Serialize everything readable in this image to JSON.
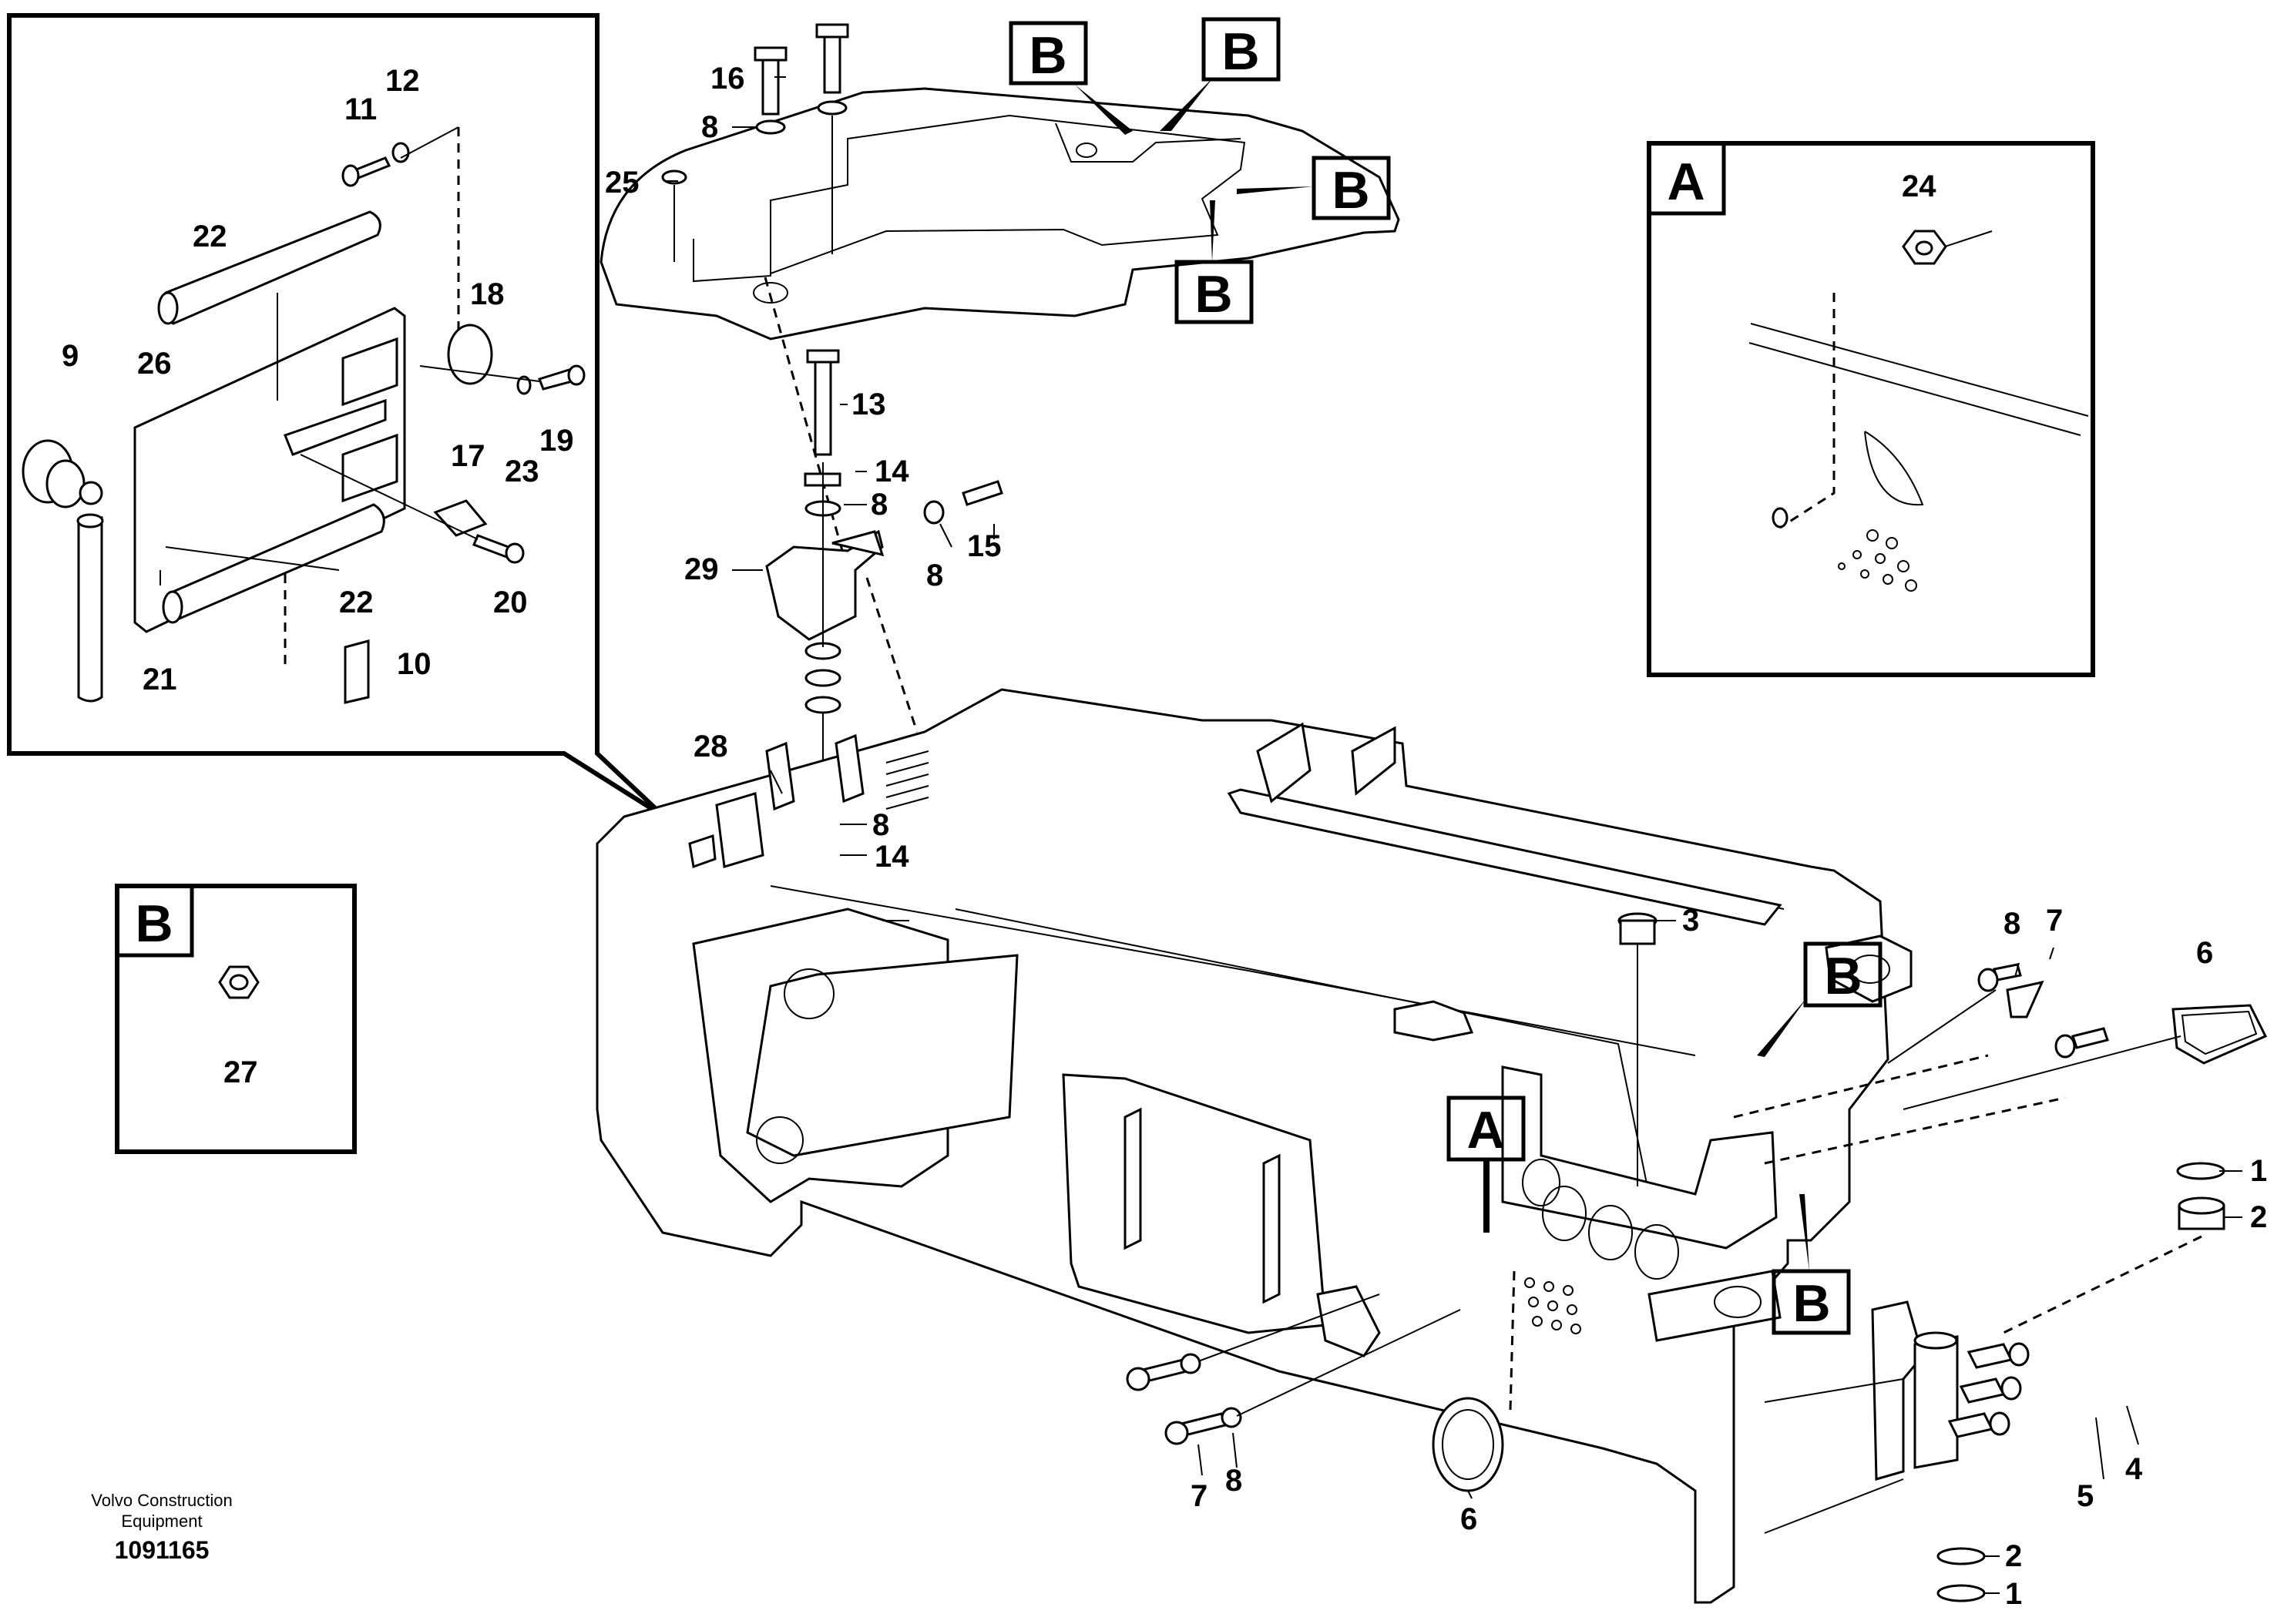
{
  "diagram": {
    "callouts": {
      "c1a": "1",
      "c1b": "1",
      "c2a": "2",
      "c2b": "2",
      "c3": "3",
      "c4": "4",
      "c5": "5",
      "c6a": "6",
      "c6b": "6",
      "c7a": "7",
      "c7b": "7",
      "c8a": "8",
      "c8b": "8",
      "c8c": "8",
      "c8d": "8",
      "c8e": "8",
      "c8f": "8",
      "c9": "9",
      "c10": "10",
      "c11": "11",
      "c12": "12",
      "c13": "13",
      "c14a": "14",
      "c14b": "14",
      "c15": "15",
      "c16": "16",
      "c17": "17",
      "c18": "18",
      "c19": "19",
      "c20": "20",
      "c21": "21",
      "c22a": "22",
      "c22b": "22",
      "c23": "23",
      "c24": "24",
      "c25": "25",
      "c26": "26",
      "c27": "27",
      "c28": "28",
      "c29": "29"
    },
    "tags": {
      "b1": "B",
      "b2": "B",
      "b3": "B",
      "b4": "B",
      "b5": "B",
      "b6": "B",
      "a1": "A"
    },
    "detail_a_label": "A",
    "detail_b_label": "B",
    "footer": {
      "company_line1": "Volvo Construction",
      "company_line2": "Equipment",
      "doc_number": "1091165"
    }
  }
}
